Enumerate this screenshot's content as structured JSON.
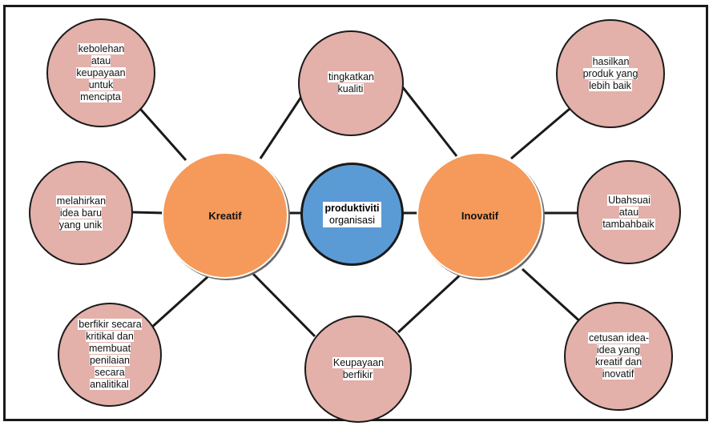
{
  "hubs": {
    "left": "Kreatif",
    "right": "Inovatif",
    "center_bold": "produktiviti",
    "center_rest": "organisasi"
  },
  "nodes": {
    "top_left": "kebolehan\natau\nkeupayaan\nuntuk\nmencipta",
    "mid_left": "melahirkan\nidea baru\nyang unik",
    "bottom_left": "berfikir secara\nkritikal dan\nmembuat\npenilaian\nsecara\nanalitikal",
    "top_center": "tingkatkan\nkualiti",
    "bottom_center": "Keupayaan\nberfikir",
    "top_right": "hasilkan\nproduk yang\nlebih baik",
    "mid_right": "Ubahsuai\natau\ntambahbaik",
    "bottom_right": "cetusan idea-\nidea yang\nkreatif dan\ninovatif"
  },
  "colors": {
    "outer_nodes": "#e3b0aa",
    "hubs": "#f59a5a",
    "center": "#5b9bd5"
  }
}
